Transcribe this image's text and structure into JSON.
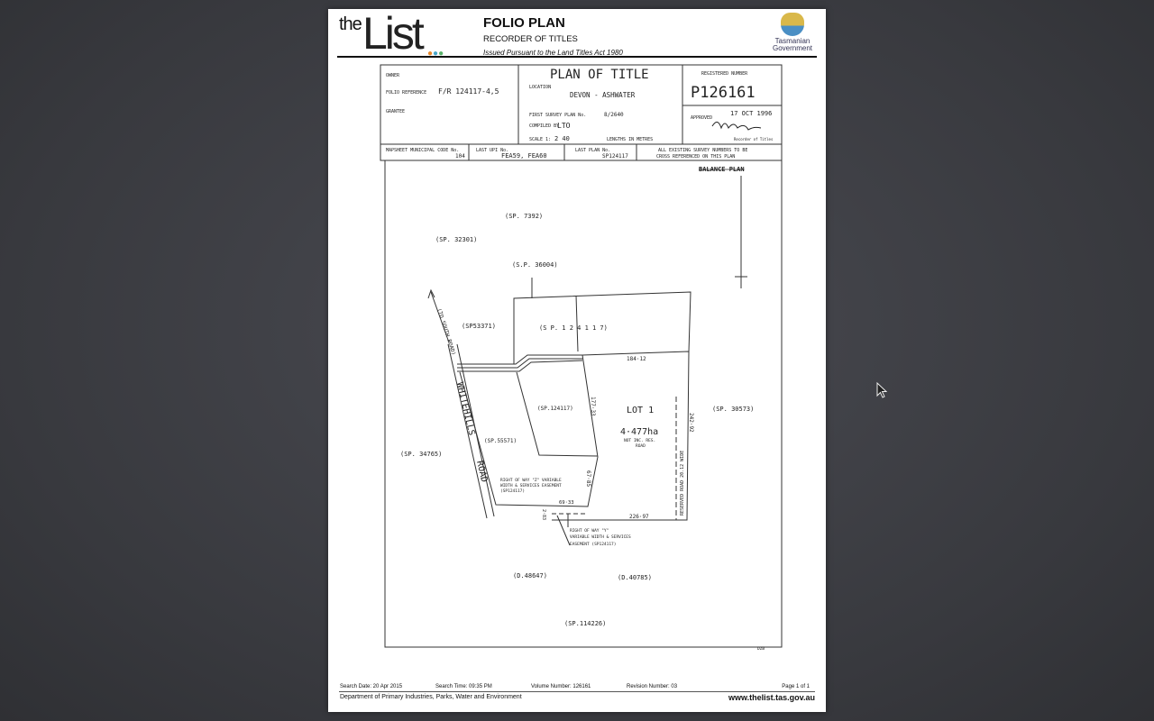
{
  "header": {
    "logo_the": "the",
    "logo_list": "List",
    "title": "FOLIO PLAN",
    "subtitle": "RECORDER OF TITLES",
    "issued": "Issued Pursuant to the Land Titles Act 1980",
    "gov_line1": "Tasmanian",
    "gov_line2": "Government"
  },
  "titleblock": {
    "owner_label": "OWNER",
    "folio_label": "FOLIO REFERENCE",
    "folio_value": "F/R 124117-4,5",
    "grantee_label": "GRANTEE",
    "plan_title": "PLAN OF TITLE",
    "location_label": "LOCATION",
    "location_value": "DEVON - ASHWATER",
    "first_survey_label": "FIRST SURVEY PLAN No.",
    "first_survey_value": "8/2640",
    "compiled_label": "COMPILED BY",
    "compiled_value": "LTO",
    "scale_label": "SCALE 1:",
    "scale_value": "2 40",
    "lengths": "LENGTHS IN METRES",
    "reg_label": "REGISTERED NUMBER",
    "reg_value": "P126161",
    "approved_label": "APPROVED",
    "approved_date": "17 OCT 1996",
    "recorder": "Recorder of Titles",
    "mapsheet_label": "MAPSHEET MUNICIPAL CODE No.",
    "mapsheet_value": "104",
    "last_upi_label": "LAST UPI No.",
    "last_upi_value": "FEA59, FEA60",
    "last_plan_label": "LAST PLAN No.",
    "last_plan_value": "SP124117",
    "cross_ref_1": "ALL EXISTING SURVEY NUMBERS TO BE",
    "cross_ref_2": "CROSS REFERENCED ON THIS PLAN"
  },
  "plan": {
    "balance": "BALANCE PLAN",
    "labels": {
      "sp7392": "(SP. 7392)",
      "sp32301": "(SP. 32301)",
      "sp36004": "(S.P. 36004)",
      "sp53371": "(SP53371)",
      "sp124117a": "(S P. 1 2 4 1 1 7)",
      "sp124117b": "(SP.124117)",
      "sp55571": "(SP.55571)",
      "sp34765": "(SP. 34765)",
      "sp30573": "(SP. 30573)",
      "d48647": "(D.48647)",
      "d40785": "(D.40785)",
      "sp114226": "(SP.114226)",
      "lot": "LOT 1",
      "area": "4·477ha",
      "not_inc": "NOT INC. RES.",
      "road": "ROAD",
      "to_south": "(TO SOUTH ROAD)",
      "whitehills": "WHITEHILLS",
      "road2": "ROAD",
      "dim_top": "184·12",
      "dim_left": "177·33",
      "dim_left2": "67·85",
      "dim_bottom": "226·97",
      "dim_6933": "69·33",
      "dim_283": "2·83",
      "dim_right": "242·92",
      "reserved": "RESERVED ROAD 20.12 WIDE",
      "row1a": "RIGHT OF WAY \"Z\" VARIABLE",
      "row1b": "WIDTH & SERVICES EASEMENT",
      "row1c": "(SP124117)",
      "row2a": "RIGHT OF WAY \"Y\"",
      "row2b": "VARIABLE WIDTH & SERVICES",
      "row2c": "EASEMENT (SP124117)",
      "code": "DZB"
    }
  },
  "footer": {
    "search_date": "Search Date: 20 Apr 2015",
    "search_time": "Search Time: 09:35 PM",
    "volume": "Volume Number: 126161",
    "revision": "Revision Number: 03",
    "page": "Page 1 of 1",
    "dept": "Department of Primary Industries, Parks, Water and Environment",
    "url": "www.thelist.tas.gov.au"
  }
}
